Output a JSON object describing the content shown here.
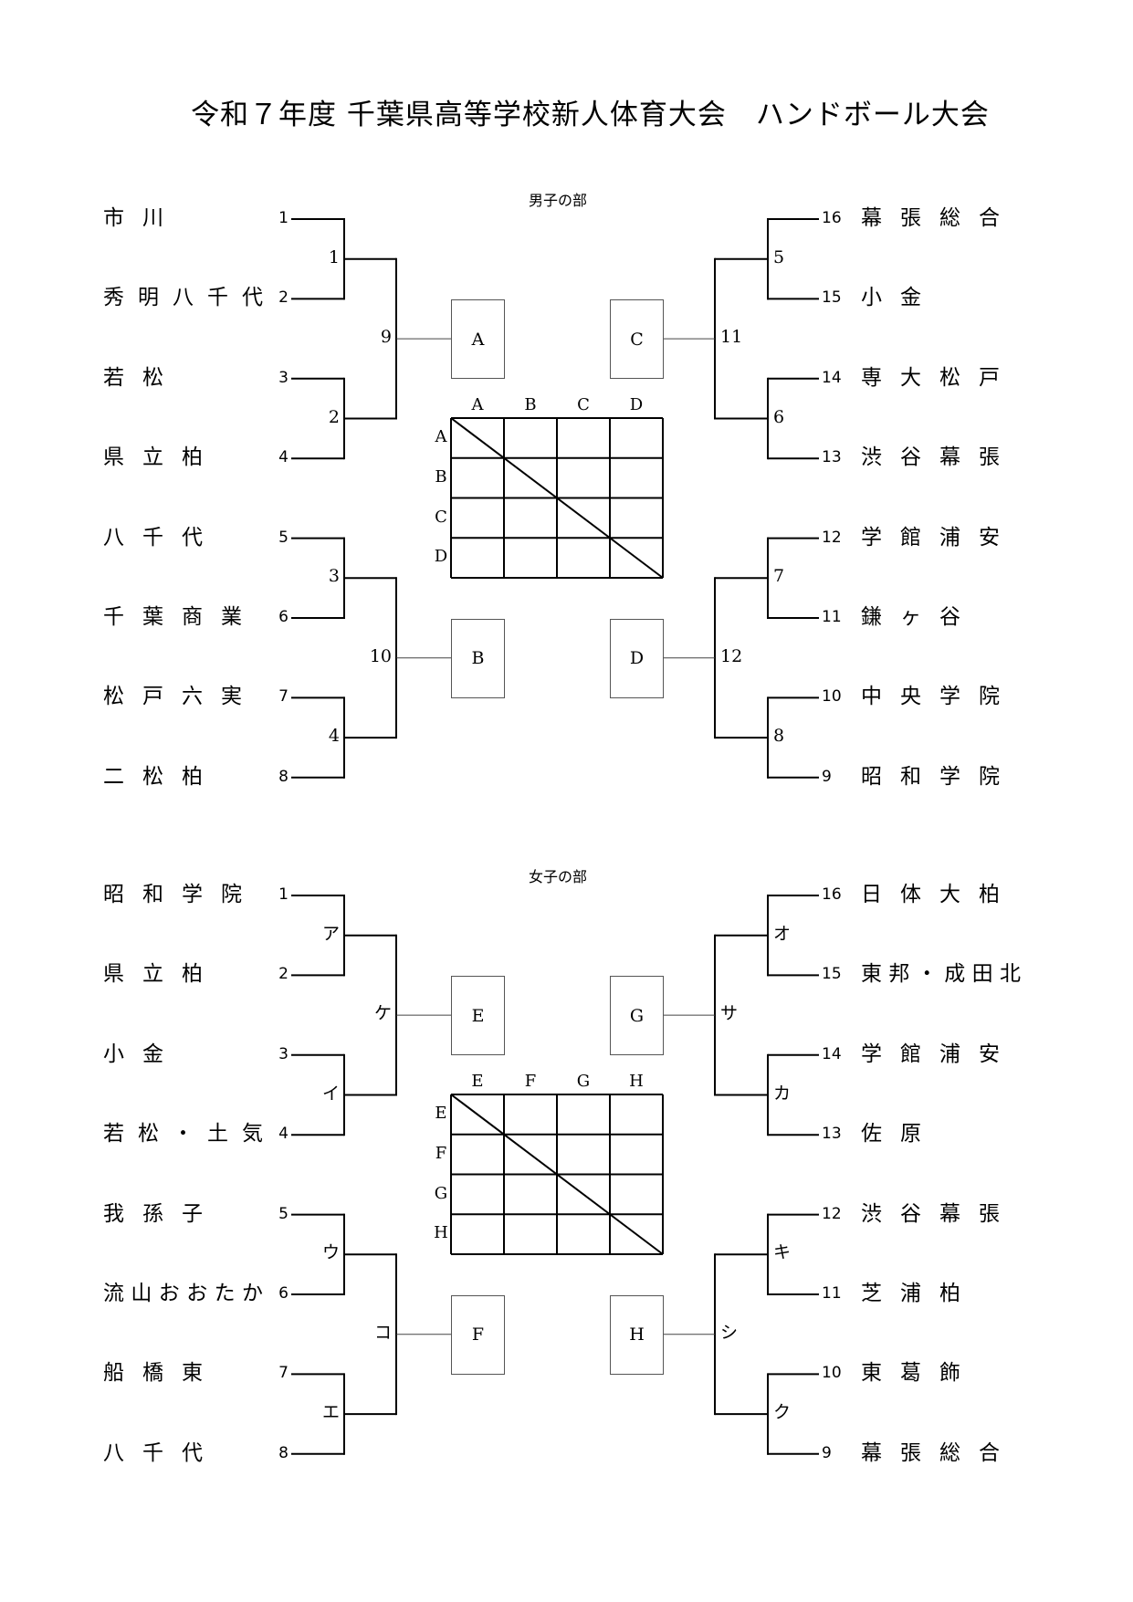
{
  "title": "令和７年度 千葉県高等学校新人体育大会　ハンドボール大会",
  "divisions": [
    {
      "label": "男子の部",
      "left": [
        {
          "seed": "1",
          "name": "市川"
        },
        {
          "seed": "2",
          "name": "秀明八千代"
        },
        {
          "seed": "3",
          "name": "若松"
        },
        {
          "seed": "4",
          "name": "県立柏"
        },
        {
          "seed": "5",
          "name": "八千代"
        },
        {
          "seed": "6",
          "name": "千葉商業"
        },
        {
          "seed": "7",
          "name": "松戸六実"
        },
        {
          "seed": "8",
          "name": "二松柏"
        }
      ],
      "right": [
        {
          "seed": "16",
          "name": "幕張総合"
        },
        {
          "seed": "15",
          "name": "小金"
        },
        {
          "seed": "14",
          "name": "専大松戸"
        },
        {
          "seed": "13",
          "name": "渋谷幕張"
        },
        {
          "seed": "12",
          "name": "学館浦安"
        },
        {
          "seed": "11",
          "name": "鎌ヶ谷"
        },
        {
          "seed": "10",
          "name": "中央学院"
        },
        {
          "seed": "9",
          "name": "昭和学院"
        }
      ],
      "round1_left": [
        "1",
        "2",
        "3",
        "4"
      ],
      "round1_right": [
        "5",
        "6",
        "7",
        "8"
      ],
      "round2_left": [
        "9",
        "10"
      ],
      "round2_right": [
        "11",
        "12"
      ],
      "boxes_left": [
        "A",
        "B"
      ],
      "boxes_right": [
        "C",
        "D"
      ],
      "grid": [
        "A",
        "B",
        "C",
        "D"
      ]
    },
    {
      "label": "女子の部",
      "left": [
        {
          "seed": "1",
          "name": "昭和学院"
        },
        {
          "seed": "2",
          "name": "県立柏"
        },
        {
          "seed": "3",
          "name": "小金"
        },
        {
          "seed": "4",
          "name": "若松・土気"
        },
        {
          "seed": "5",
          "name": "我孫子"
        },
        {
          "seed": "6",
          "name": "流山おおたか"
        },
        {
          "seed": "7",
          "name": "船橋東"
        },
        {
          "seed": "8",
          "name": "八千代"
        }
      ],
      "right": [
        {
          "seed": "16",
          "name": "日体大柏"
        },
        {
          "seed": "15",
          "name": "東邦・成田北"
        },
        {
          "seed": "14",
          "name": "学館浦安"
        },
        {
          "seed": "13",
          "name": "佐原"
        },
        {
          "seed": "12",
          "name": "渋谷幕張"
        },
        {
          "seed": "11",
          "name": "芝浦柏"
        },
        {
          "seed": "10",
          "name": "東葛飾"
        },
        {
          "seed": "9",
          "name": "幕張総合"
        }
      ],
      "round1_left": [
        "ア",
        "イ",
        "ウ",
        "エ"
      ],
      "round1_right": [
        "オ",
        "カ",
        "キ",
        "ク"
      ],
      "round2_left": [
        "ケ",
        "コ"
      ],
      "round2_right": [
        "サ",
        "シ"
      ],
      "boxes_left": [
        "E",
        "F"
      ],
      "boxes_right": [
        "G",
        "H"
      ],
      "grid": [
        "E",
        "F",
        "G",
        "H"
      ]
    }
  ]
}
